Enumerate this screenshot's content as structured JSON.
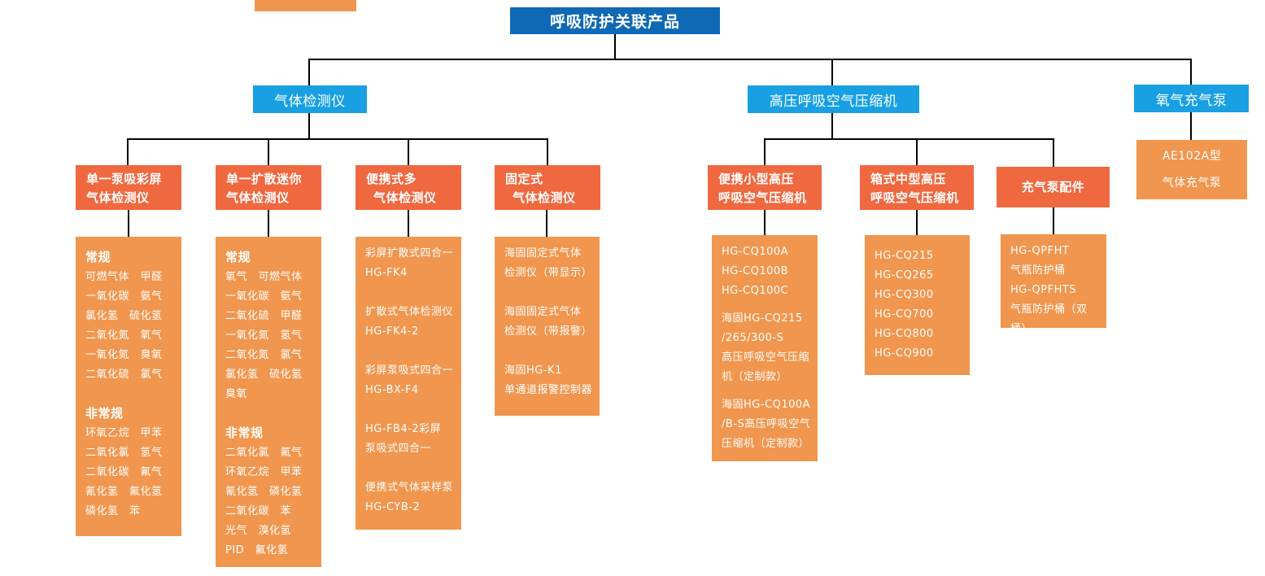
{
  "colors": {
    "root_blue": "#0f69b4",
    "branch_blue": "#18a0e2",
    "category_orange": "#f0683f",
    "leaf_orange": "#f0964e",
    "line_black": "#000000",
    "text_white": "#ffffff"
  },
  "root": {
    "label": "呼吸防护关联产品"
  },
  "branches": {
    "gas_detector": {
      "label": "气体检测仪"
    },
    "compressor": {
      "label": "高压呼吸空气压缩机"
    },
    "oxygen_pump": {
      "label": "氧气充气泵"
    }
  },
  "categories": {
    "pump_color_screen": {
      "line1": "单一泵吸彩屏",
      "line2": "气体检测仪"
    },
    "diffusion_mini": {
      "line1": "单一扩散迷你",
      "line2": "气体检测仪"
    },
    "portable_multi": {
      "line1": "便携式多",
      "line2": "气体检测仪"
    },
    "fixed": {
      "line1": "固定式",
      "line2": "气体检测仪"
    },
    "portable_small_compressor": {
      "line1": "便携小型高压",
      "line2": "呼吸空气压缩机"
    },
    "box_medium_compressor": {
      "line1": "箱式中型高压",
      "line2": "呼吸空气压缩机"
    },
    "pump_accessories": {
      "label": "充气泵配件"
    }
  },
  "leaves": {
    "pump_color_screen": {
      "sections": [
        {
          "heading": "常规",
          "rows": [
            "可燃气体　甲醛",
            "一氧化碳　氨气",
            "氯化氢　硫化氢",
            "二氧化氮　氧气",
            "一氧化氮　臭氧",
            "二氧化硫　氯气"
          ]
        },
        {
          "heading": "非常规",
          "rows": [
            "环氧乙烷　甲苯",
            "二氧化氯　氢气",
            "二氧化碳　氟气",
            "氰化氢　氟化氢",
            "磷化氢　苯"
          ]
        }
      ]
    },
    "diffusion_mini": {
      "sections": [
        {
          "heading": "常规",
          "rows": [
            "氧气　可燃气体",
            "一氧化碳　氨气",
            "二氧化硫　甲醛",
            "一氧化氮　氢气",
            "二氧化氮　氯气",
            "氯化氢　硫化氢",
            "臭氧"
          ]
        },
        {
          "heading": "非常规",
          "rows": [
            "二氧化氯　氟气",
            "环氧乙烷　甲苯",
            "氰化氢　磷化氢",
            "二氧化碳　苯",
            "光气　溴化氢",
            "PID　氟化氢"
          ]
        }
      ]
    },
    "portable_multi": {
      "blocks": [
        [
          "彩屏扩散式四合一",
          "HG-FK4"
        ],
        [
          "扩散式气体检测仪",
          "HG-FK4-2"
        ],
        [
          "彩屏泵吸式四合一",
          "HG-BX-F4"
        ],
        [
          "HG-FB4-2彩屏",
          "泵吸式四合一"
        ],
        [
          "便携式气体采样泵",
          "HG-CYB-2"
        ]
      ]
    },
    "fixed": {
      "blocks": [
        [
          "海固固定式气体",
          "检测仪（带显示）"
        ],
        [
          "海固固定式气体",
          "检测仪（带报警）"
        ],
        [
          "海固HG-K1",
          "单通道报警控制器"
        ]
      ]
    },
    "portable_small_compressor": {
      "blocks": [
        [
          "HG-CQ100A",
          "HG-CQ100B",
          "HG-CQ100C"
        ],
        [
          "海固HG-CQ215",
          "/265/300-S",
          "高压呼吸空气压缩",
          "机（定制款）"
        ],
        [
          "海固HG-CQ100A",
          "/B-S高压呼吸空气",
          "压缩机（定制款）"
        ]
      ]
    },
    "box_medium_compressor": {
      "blocks": [
        [
          "HG-CQ215",
          "HG-CQ265",
          "HG-CQ300",
          "HG-CQ700",
          "HG-CQ800",
          "HG-CQ900"
        ]
      ]
    },
    "pump_accessories": {
      "blocks": [
        [
          "HG-QPFHT",
          "气瓶防护桶",
          "HG-QPFHTS",
          "气瓶防护桶（双桶）"
        ]
      ]
    },
    "oxygen_pump": {
      "line1": "AE102A型",
      "line2": "气体充气泵"
    }
  }
}
